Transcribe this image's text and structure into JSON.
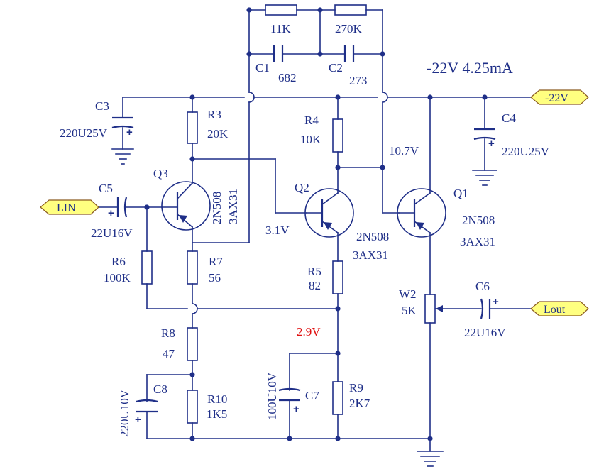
{
  "title": "-22V 4.25mA",
  "ports": {
    "lin": "LIN",
    "lout": "Lout",
    "supply": "-22V"
  },
  "components": {
    "r_fb1": {
      "name": "",
      "value": "11K"
    },
    "r_fb2": {
      "name": "",
      "value": "270K"
    },
    "c1": {
      "name": "C1",
      "value": "682"
    },
    "c2": {
      "name": "C2",
      "value": "273"
    },
    "c3": {
      "name": "C3",
      "value": "220U25V"
    },
    "c4": {
      "name": "C4",
      "value": "220U25V"
    },
    "c5": {
      "name": "C5",
      "value": "22U16V"
    },
    "c6": {
      "name": "C6",
      "value": "22U16V"
    },
    "c7": {
      "name": "C7",
      "value": "100U10V"
    },
    "c8": {
      "name": "C8",
      "value": "220U10V"
    },
    "r3": {
      "name": "R3",
      "value": "20K"
    },
    "r4": {
      "name": "R4",
      "value": "10K"
    },
    "r5": {
      "name": "R5",
      "value": "82"
    },
    "r6": {
      "name": "R6",
      "value": "100K"
    },
    "r7": {
      "name": "R7",
      "value": "56"
    },
    "r8": {
      "name": "R8",
      "value": "47"
    },
    "r9": {
      "name": "R9",
      "value": "2K7"
    },
    "r10": {
      "name": "R10",
      "value": "1K5"
    },
    "w2": {
      "name": "W2",
      "value": "5K"
    },
    "q1": {
      "name": "Q1",
      "type1": "2N508",
      "type2": "3AX31"
    },
    "q2": {
      "name": "Q2",
      "type1": "2N508",
      "type2": "3AX31"
    },
    "q3": {
      "name": "Q3",
      "type1": "2N508",
      "type2": "3AX31"
    }
  },
  "voltages": {
    "q1_collector": "10.7V",
    "q2_base": "3.1V",
    "q2_emitter": "2.9V"
  },
  "colors": {
    "wire": "#1f2f88",
    "highlight_voltage": "#e01010",
    "port_fill": "#ffff80"
  }
}
